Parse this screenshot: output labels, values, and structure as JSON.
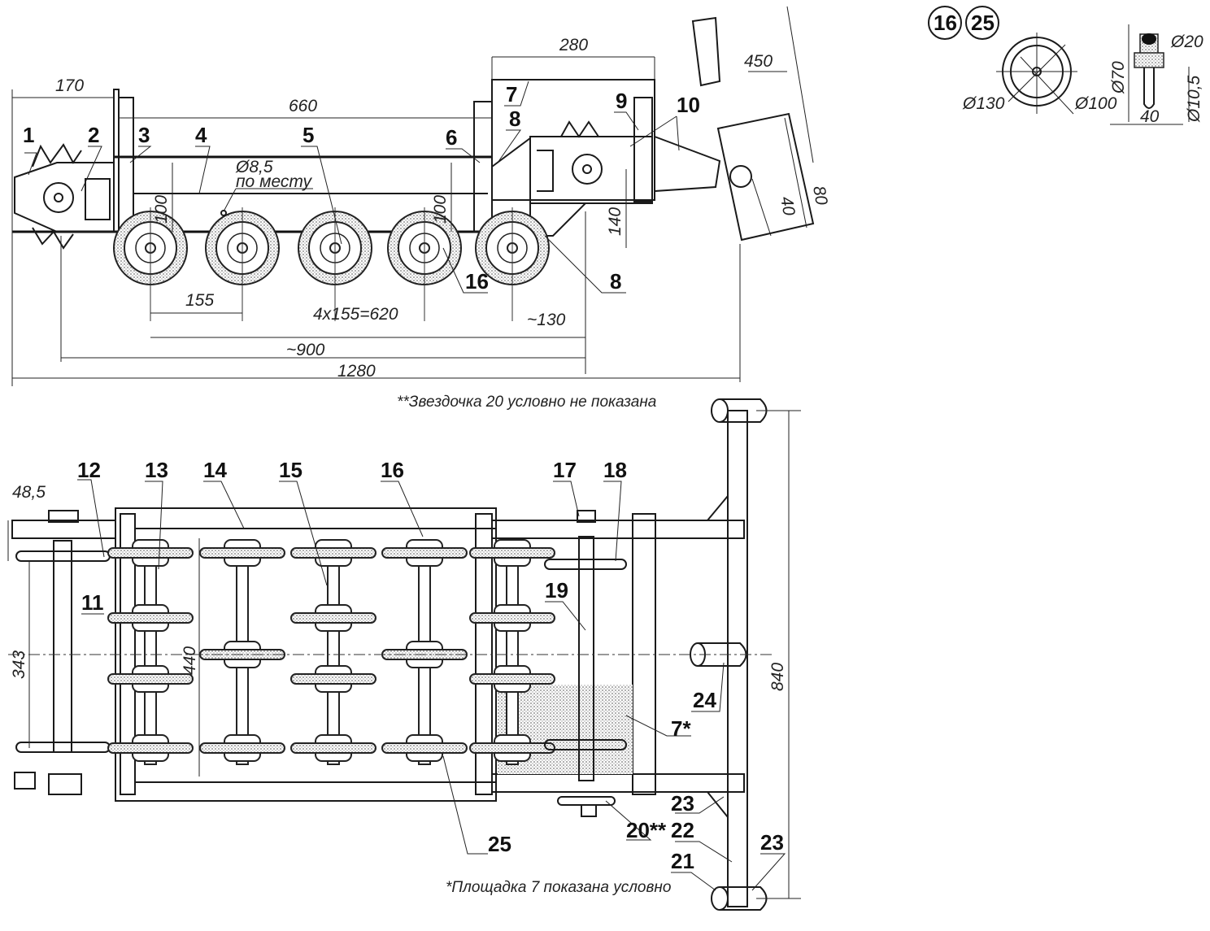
{
  "side_view": {
    "part_labels": [
      "1",
      "2",
      "3",
      "4",
      "5",
      "6",
      "7",
      "8",
      "9",
      "10",
      "16",
      "8"
    ],
    "dimensions": {
      "d170": "170",
      "d660": "660",
      "d280": "280",
      "d450": "450",
      "d80": "80",
      "d40": "40",
      "d100a": "100",
      "d100b": "100",
      "d140": "140",
      "d155": "155",
      "d620": "4x155=620",
      "d130": "~130",
      "d900": "~900",
      "d1280": "1280"
    },
    "hole_note": {
      "diameter": "Ø8,5",
      "text": "по месту"
    },
    "footnote": "**Звездочка 20 условно не показана"
  },
  "wheel_detail": {
    "badges": [
      "16",
      "25"
    ],
    "dims": {
      "outer": "Ø130",
      "inner": "Ø100",
      "rim": "Ø20",
      "hub": "Ø70",
      "bore": "Ø10,5",
      "width": "40"
    }
  },
  "top_view": {
    "part_labels": {
      "p11": "11",
      "p12": "12",
      "p13": "13",
      "p14": "14",
      "p15": "15",
      "p16": "16",
      "p17": "17",
      "p18": "18",
      "p19": "19",
      "p7": "7*",
      "p24": "24",
      "p23a": "23",
      "p20": "20**",
      "p22": "22",
      "p21": "21",
      "p23b": "23",
      "p25": "25"
    },
    "dimensions": {
      "d48": "48,5",
      "d343": "343",
      "d440": "440",
      "d840": "840"
    },
    "footnote": "*Площадка 7 показана условно"
  }
}
